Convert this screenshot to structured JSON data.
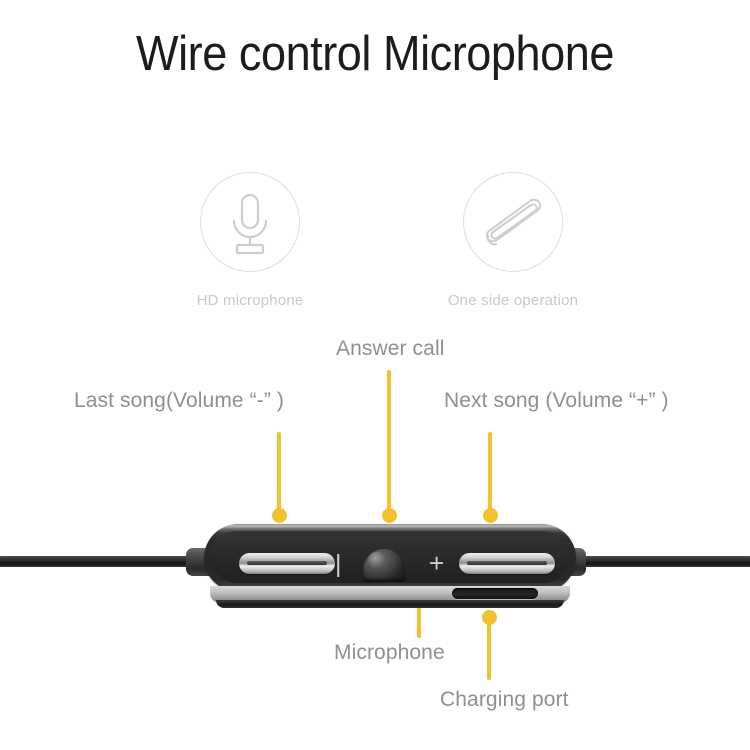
{
  "title": "Wire control Microphone",
  "features": [
    {
      "icon": "microphone-icon",
      "caption": "HD microphone"
    },
    {
      "icon": "remote-module-icon",
      "caption": "One side operation"
    }
  ],
  "callouts": [
    {
      "id": "answer-call",
      "label": "Answer call"
    },
    {
      "id": "last-song",
      "label": "Last song(Volume “-” )"
    },
    {
      "id": "next-song",
      "label": "Next song (Volume “+” )"
    },
    {
      "id": "microphone",
      "label": "Microphone"
    },
    {
      "id": "charging-port",
      "label": "Charging port"
    }
  ],
  "device": {
    "glyph_minus": "|",
    "glyph_plus": "+",
    "buttons": [
      {
        "name": "previous-track-button"
      },
      {
        "name": "next-track-button"
      }
    ],
    "mic_button": "mic-dome-button",
    "charging_port": "charging-port-slot"
  },
  "colors": {
    "accent_yellow": "#f1c12f",
    "title_text": "#1c1c1c",
    "callout_text": "#8f8f8f",
    "caption_text": "#c9c9c9",
    "background": "#ffffff",
    "device_dark": "#262626",
    "device_silver": "#c3c3c3"
  }
}
